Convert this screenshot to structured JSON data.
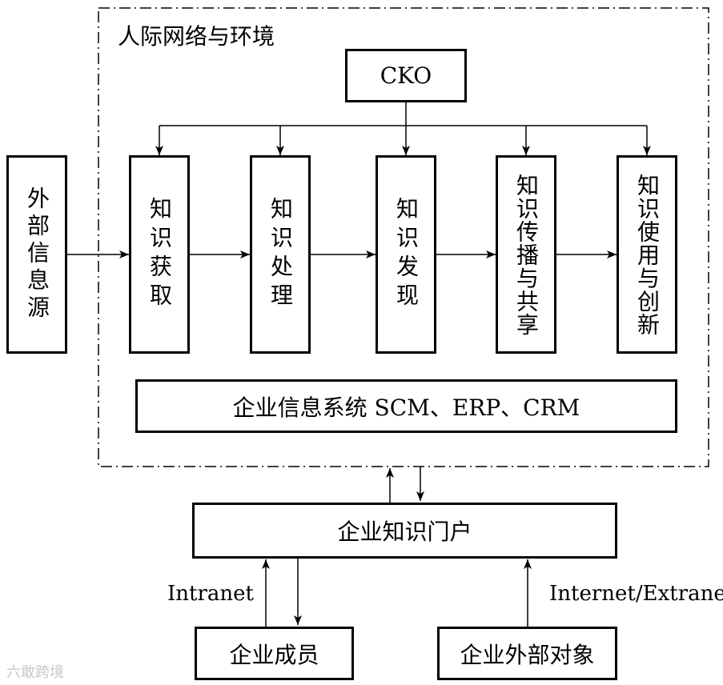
{
  "environment_label": "人际网络与环境",
  "cko": "CKO",
  "external_source": "外部信息源",
  "steps": [
    {
      "label": "知识获取"
    },
    {
      "label": "知识处理"
    },
    {
      "label": "知识发现"
    },
    {
      "label": "知识传播与共享"
    },
    {
      "label": "知识使用与创新"
    }
  ],
  "enterprise_system": "企业信息系统 SCM、ERP、CRM",
  "portal": "企业知识门户",
  "intranet_label": "Intranet",
  "internet_label": "Internet/Extranet",
  "members": "企业成员",
  "external_objects": "企业外部对象",
  "watermark": "六敢跨境"
}
